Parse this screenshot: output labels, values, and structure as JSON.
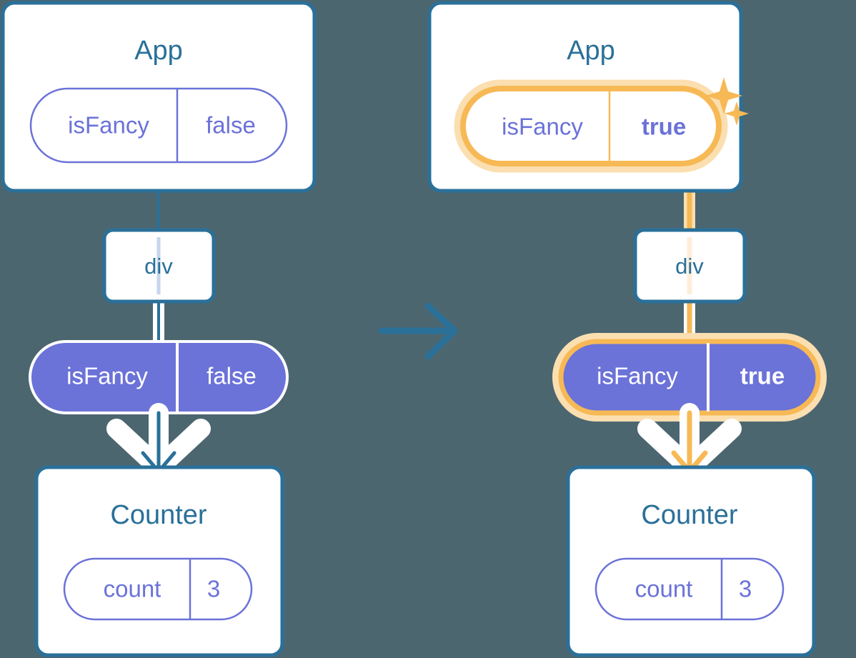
{
  "diagram": {
    "type": "react-state-propagation",
    "background_color": "#4c6670",
    "transition_icon": "right-arrow-icon",
    "colors": {
      "box_border_teal": "#2a7099",
      "title_teal": "#2a7099",
      "pill_purple": "#6b72d8",
      "pill_text_purple": "#6b72d8",
      "highlight_orange": "#f7b955",
      "highlight_glow": "#fbdfb0",
      "line_teal": "#2a7099",
      "line_light_blue": "#c7d6ec",
      "line_light_orange": "#fceeda",
      "white": "#ffffff"
    },
    "panels": [
      {
        "id": "before",
        "highlighted": false,
        "app": {
          "title": "App",
          "state_pill": {
            "key": "isFancy",
            "value": "false",
            "bold_value": false,
            "filled": false,
            "highlighted": false
          }
        },
        "div": {
          "label": "div"
        },
        "prop_pill": {
          "key": "isFancy",
          "value": "false",
          "bold_value": false,
          "filled": true,
          "highlighted": false
        },
        "counter": {
          "title": "Counter",
          "state_pill": {
            "key": "count",
            "value": "3",
            "bold_value": false,
            "filled": false,
            "highlighted": false
          }
        }
      },
      {
        "id": "after",
        "highlighted": true,
        "sparkle_icon": "sparkles-icon",
        "app": {
          "title": "App",
          "state_pill": {
            "key": "isFancy",
            "value": "true",
            "bold_value": true,
            "filled": false,
            "highlighted": true
          }
        },
        "div": {
          "label": "div"
        },
        "prop_pill": {
          "key": "isFancy",
          "value": "true",
          "bold_value": true,
          "filled": true,
          "highlighted": true
        },
        "counter": {
          "title": "Counter",
          "state_pill": {
            "key": "count",
            "value": "3",
            "bold_value": false,
            "filled": false,
            "highlighted": false
          }
        }
      }
    ]
  }
}
